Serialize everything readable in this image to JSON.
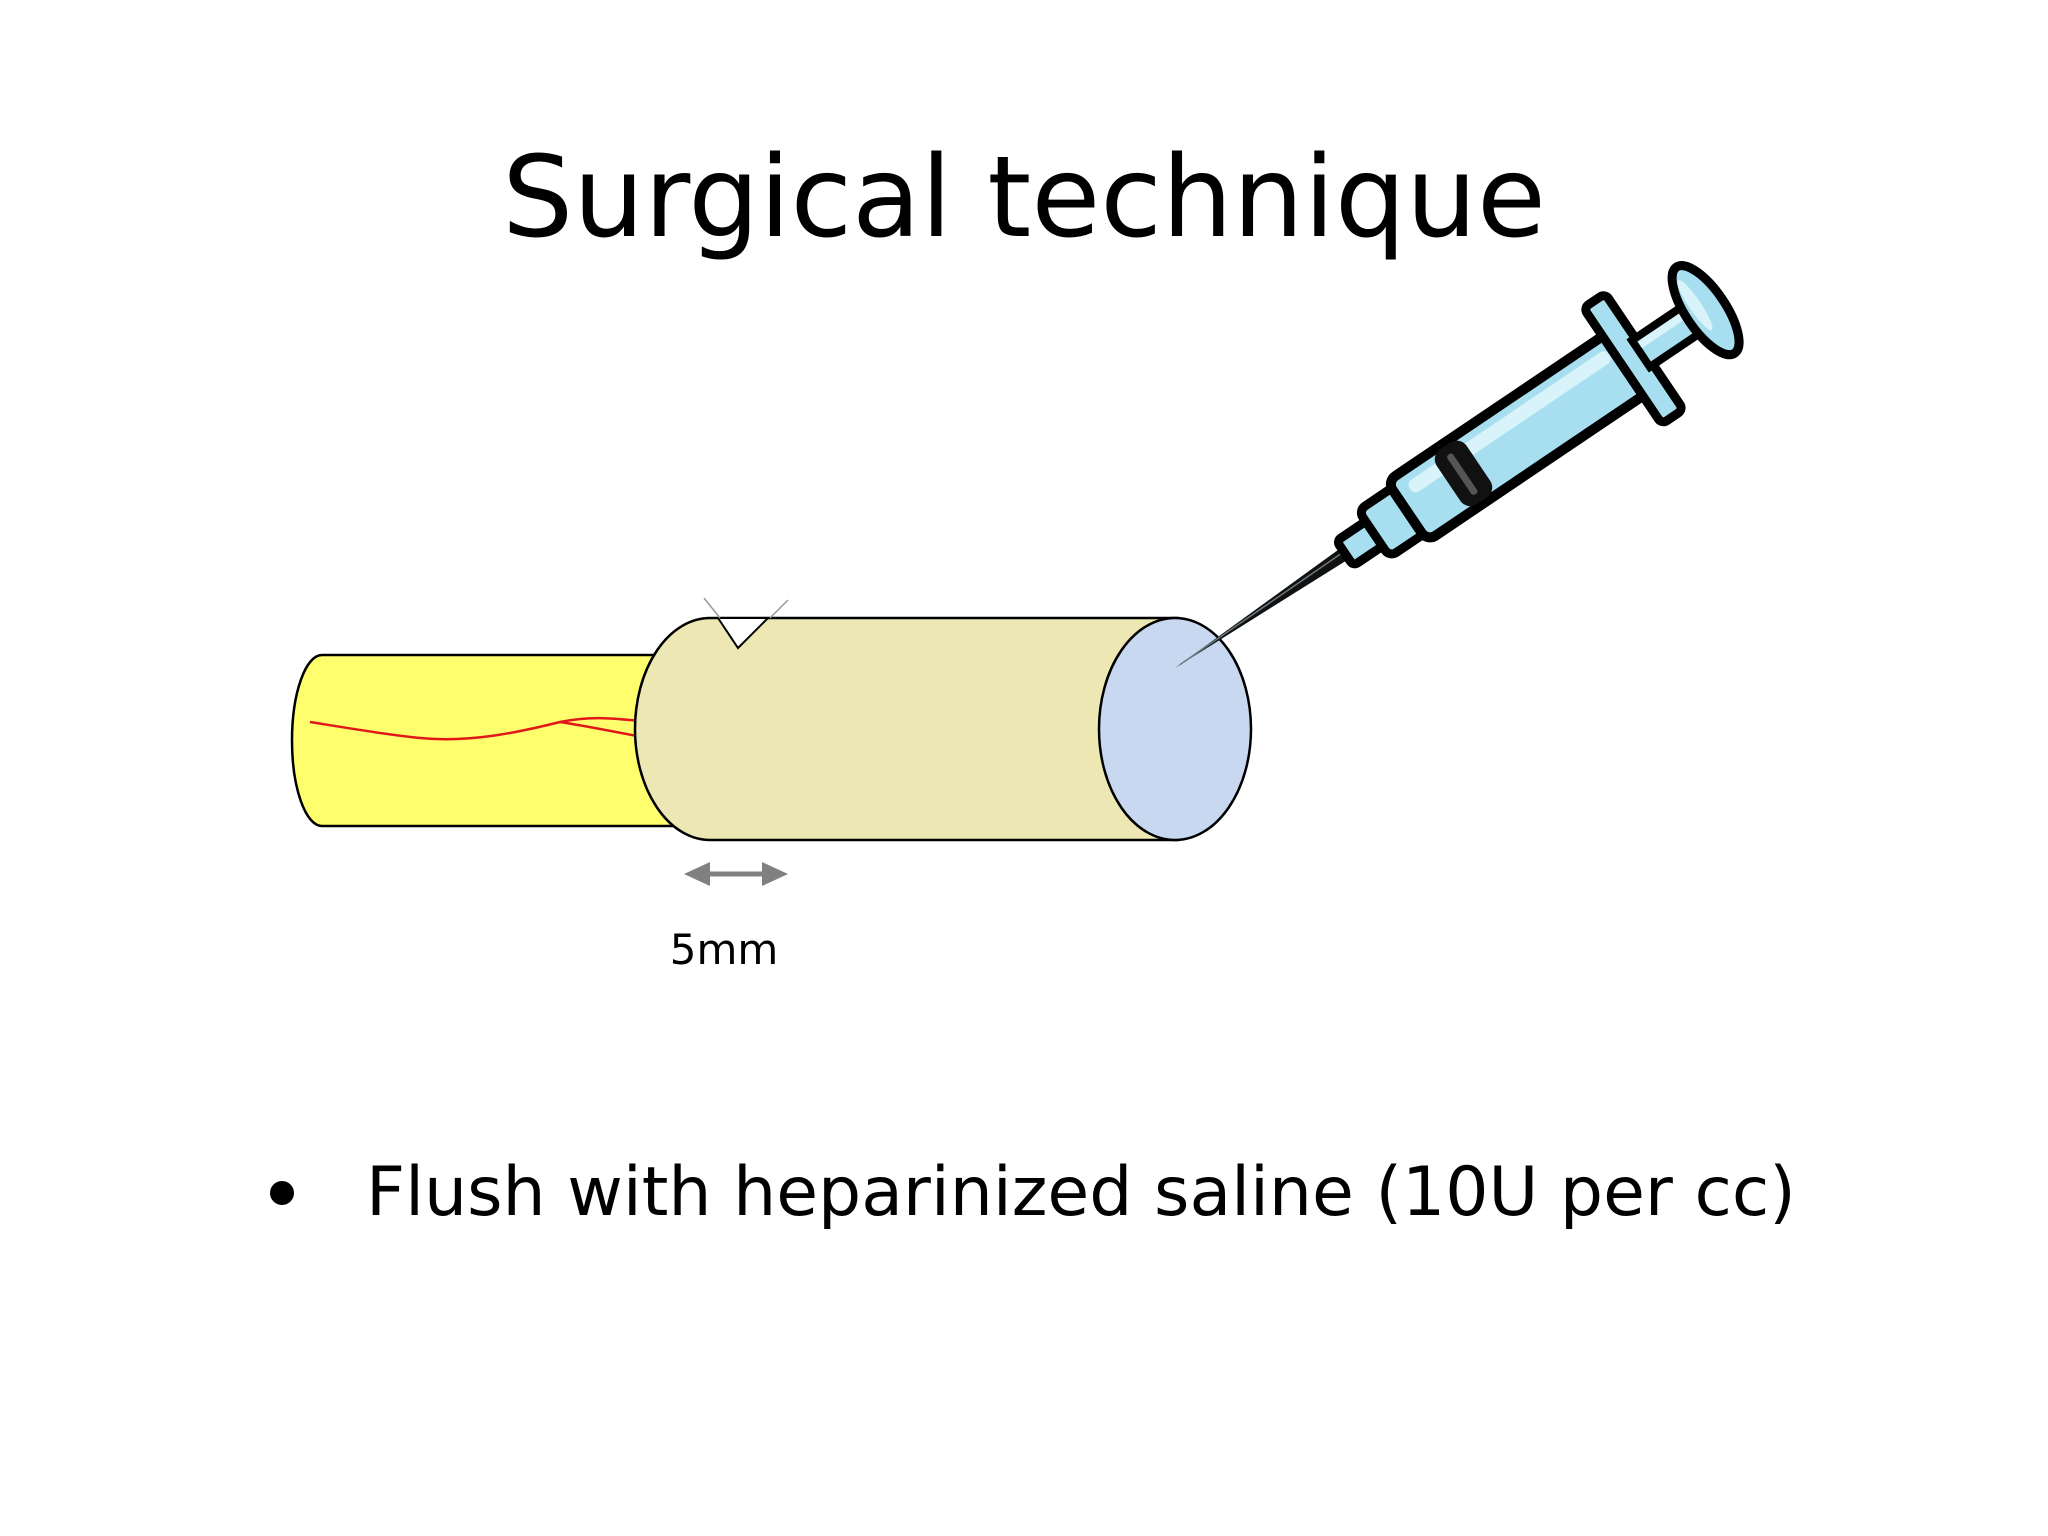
{
  "slide": {
    "title": "Surgical technique",
    "measurement_label": "5mm",
    "bullets": [
      "Flush with heparinized saline (10U per cc)"
    ]
  },
  "colors": {
    "nerve_fill": "#ffff6e",
    "conduit_fill": "#ede7b4",
    "conduit_end_fill": "#c7d8f0",
    "fascicle_line": "#e01818",
    "arrow": "#808080",
    "syringe_barrel": "#a8dff0",
    "syringe_outline": "#000000"
  },
  "icons": {
    "syringe": "syringe-icon",
    "arrow": "double-arrow-icon"
  }
}
